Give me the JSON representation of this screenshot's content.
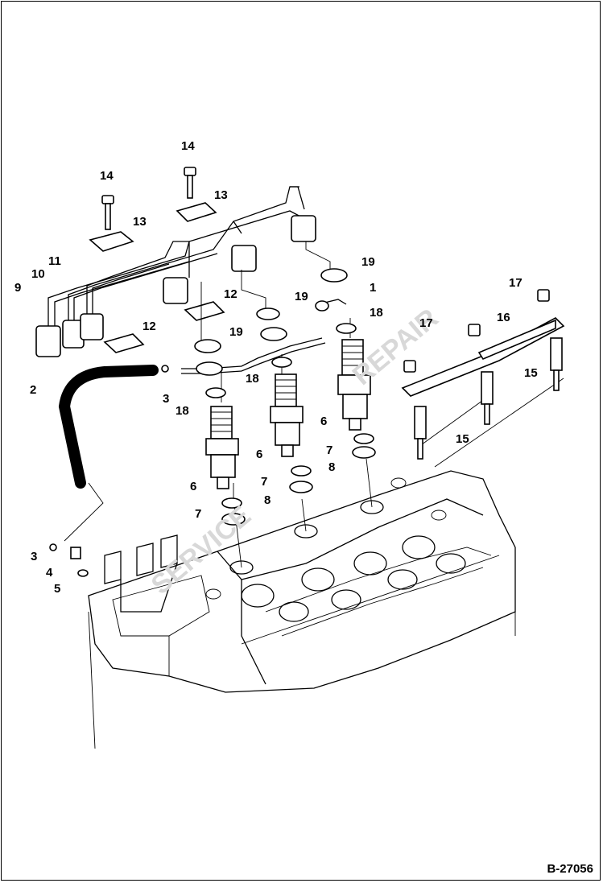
{
  "figure_id": "B-27056",
  "callouts": [
    {
      "id": "c1",
      "text": "1"
    },
    {
      "id": "c2",
      "text": "2"
    },
    {
      "id": "c3a",
      "text": "3"
    },
    {
      "id": "c3b",
      "text": "3"
    },
    {
      "id": "c4",
      "text": "4"
    },
    {
      "id": "c5",
      "text": "5"
    },
    {
      "id": "c6a",
      "text": "6"
    },
    {
      "id": "c6b",
      "text": "6"
    },
    {
      "id": "c6c",
      "text": "6"
    },
    {
      "id": "c7a",
      "text": "7"
    },
    {
      "id": "c7b",
      "text": "7"
    },
    {
      "id": "c7c",
      "text": "7"
    },
    {
      "id": "c8a",
      "text": "8"
    },
    {
      "id": "c8b",
      "text": "8"
    },
    {
      "id": "c9",
      "text": "9"
    },
    {
      "id": "c10",
      "text": "10"
    },
    {
      "id": "c11",
      "text": "11"
    },
    {
      "id": "c12a",
      "text": "12"
    },
    {
      "id": "c12b",
      "text": "12"
    },
    {
      "id": "c13a",
      "text": "13"
    },
    {
      "id": "c13b",
      "text": "13"
    },
    {
      "id": "c14a",
      "text": "14"
    },
    {
      "id": "c14b",
      "text": "14"
    },
    {
      "id": "c15a",
      "text": "15"
    },
    {
      "id": "c15b",
      "text": "15"
    },
    {
      "id": "c16",
      "text": "16"
    },
    {
      "id": "c17a",
      "text": "17"
    },
    {
      "id": "c17b",
      "text": "17"
    },
    {
      "id": "c18a",
      "text": "18"
    },
    {
      "id": "c18b",
      "text": "18"
    },
    {
      "id": "c18c",
      "text": "18"
    },
    {
      "id": "c19a",
      "text": "19"
    },
    {
      "id": "c19b",
      "text": "19"
    },
    {
      "id": "c19c",
      "text": "19"
    }
  ]
}
